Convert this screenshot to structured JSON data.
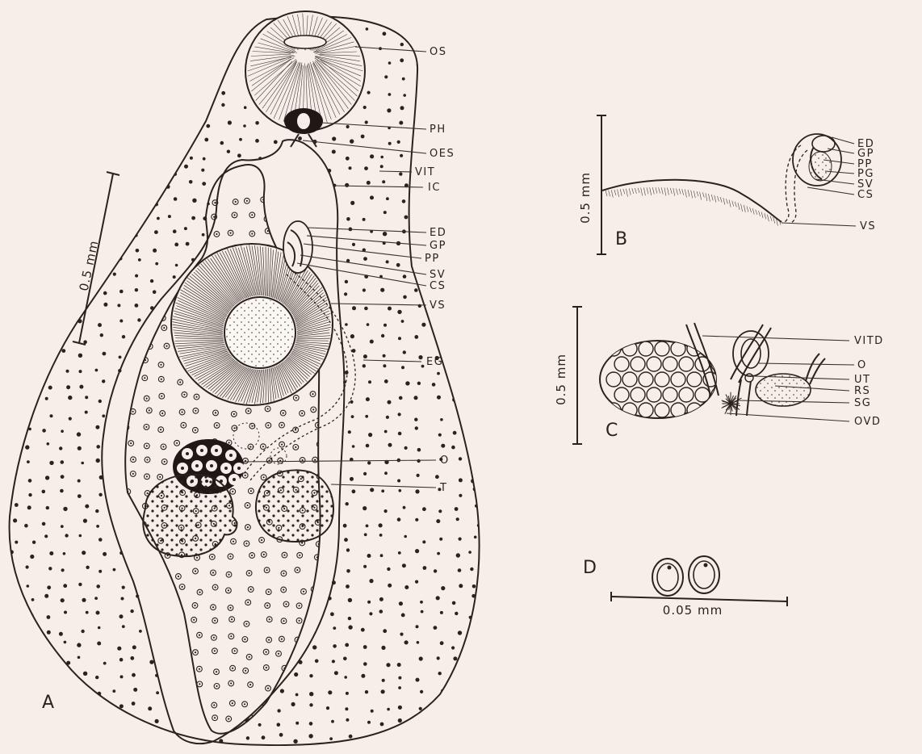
{
  "panels": {
    "A": {
      "letter": "A",
      "scale": "0.5 mm",
      "labels": [
        "OS",
        "PH",
        "OES",
        "VIT",
        "IC",
        "ED",
        "GP",
        "PP",
        "SV",
        "CS",
        "VS",
        "EG",
        "O",
        "T"
      ]
    },
    "B": {
      "letter": "B",
      "scale": "0.5 mm",
      "labels": [
        "ED",
        "GP",
        "PP",
        "PG",
        "SV",
        "CS",
        "VS"
      ]
    },
    "C": {
      "letter": "C",
      "scale": "0.5 mm",
      "labels": [
        "VITD",
        "O",
        "UT",
        "RS",
        "SG",
        "OVD"
      ]
    },
    "D": {
      "letter": "D",
      "scale": "0.05 mm"
    }
  },
  "colors": {
    "paper": "#f6efe9",
    "ink": "#2b211d"
  }
}
